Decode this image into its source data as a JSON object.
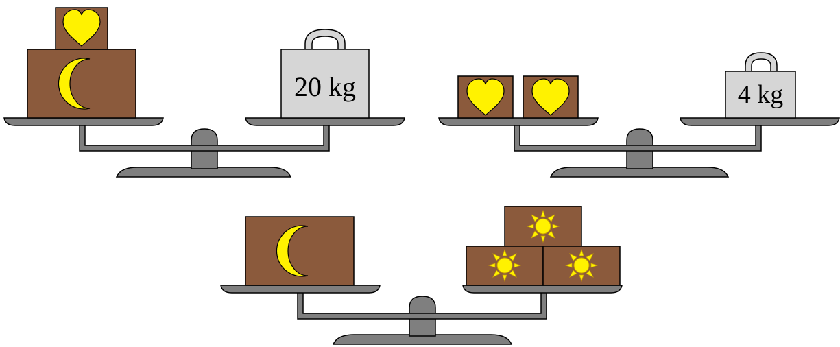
{
  "colors": {
    "box": "#8B5A3C",
    "symbol": "#FFF200",
    "weight": "#D6D6D6",
    "scale": "#7F7F7F",
    "outline": "#000000",
    "background": "#FFFFFF"
  },
  "icons": [
    "heart-icon",
    "moon-icon",
    "sun-icon",
    "weight-icon"
  ],
  "scales": [
    {
      "left": [
        "moon-box",
        "heart-box"
      ],
      "right": {
        "weight_label": "20 kg"
      }
    },
    {
      "left": [
        "heart-box",
        "heart-box"
      ],
      "right": {
        "weight_label": "4 kg"
      }
    },
    {
      "left": [
        "moon-box"
      ],
      "right": [
        "sun-box",
        "sun-box",
        "sun-box"
      ]
    }
  ]
}
